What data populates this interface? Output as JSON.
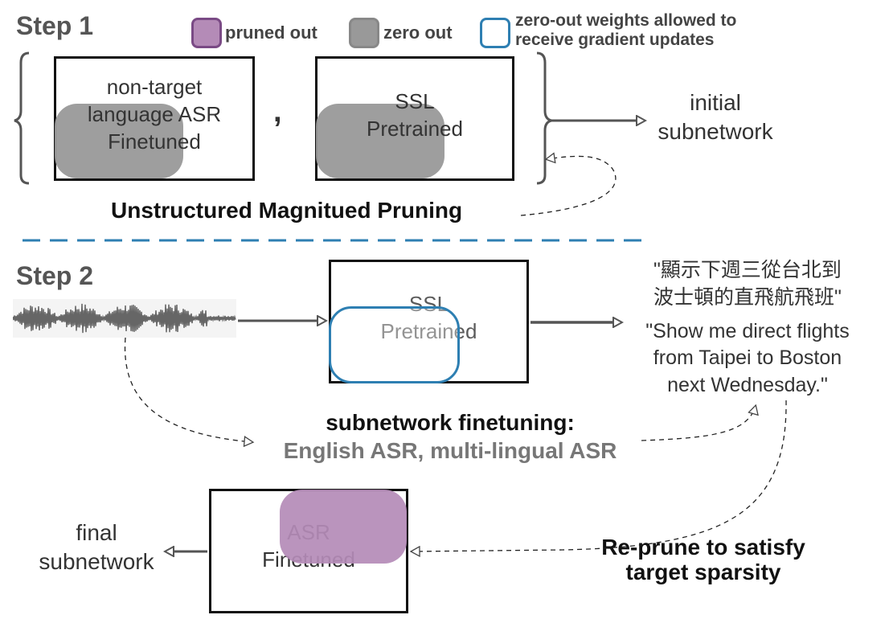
{
  "step1": {
    "title": "Step 1"
  },
  "step2": {
    "title": "Step 2"
  },
  "legend": {
    "pruned": "pruned out",
    "zero": "zero out",
    "gradient_line1": "zero-out weights allowed to",
    "gradient_line2": "receive gradient updates",
    "colors": {
      "pruned": "#b48bb7",
      "pruned_border": "#7a4a85",
      "zero": "#999999",
      "gradient_border": "#2e7fb2"
    }
  },
  "boxes": {
    "nontarget": {
      "line1": "non-target",
      "line2": "language ASR",
      "line3": "Finetuned"
    },
    "ssl1": {
      "line1": "SSL",
      "line2": "Pretrained"
    },
    "ssl2": {
      "line1": "SSL",
      "line2": "Pretrained"
    },
    "asr_final": {
      "line1": "ASR",
      "line2": "Finetuned"
    }
  },
  "comma": ",",
  "initial_subnetwork": {
    "line1": "initial",
    "line2": "subnetwork"
  },
  "pruning_label": "Unstructured Magnitued Pruning",
  "output_text": {
    "zh_line1": "\"顯示下週三從台北到",
    "zh_line2": "波士頓的直飛航飛班\"",
    "en_line1": "\"Show me direct flights",
    "en_line2": "from Taipei to Boston",
    "en_line3": "next Wednesday.\""
  },
  "finetune": {
    "title": "subnetwork finetuning:",
    "subtitle": "English ASR, multi-lingual ASR"
  },
  "reprune": {
    "line1": "Re-prune to satisfy",
    "line2": "target sparsity"
  },
  "final_subnetwork": {
    "line1": "final",
    "line2": "subnetwork"
  }
}
